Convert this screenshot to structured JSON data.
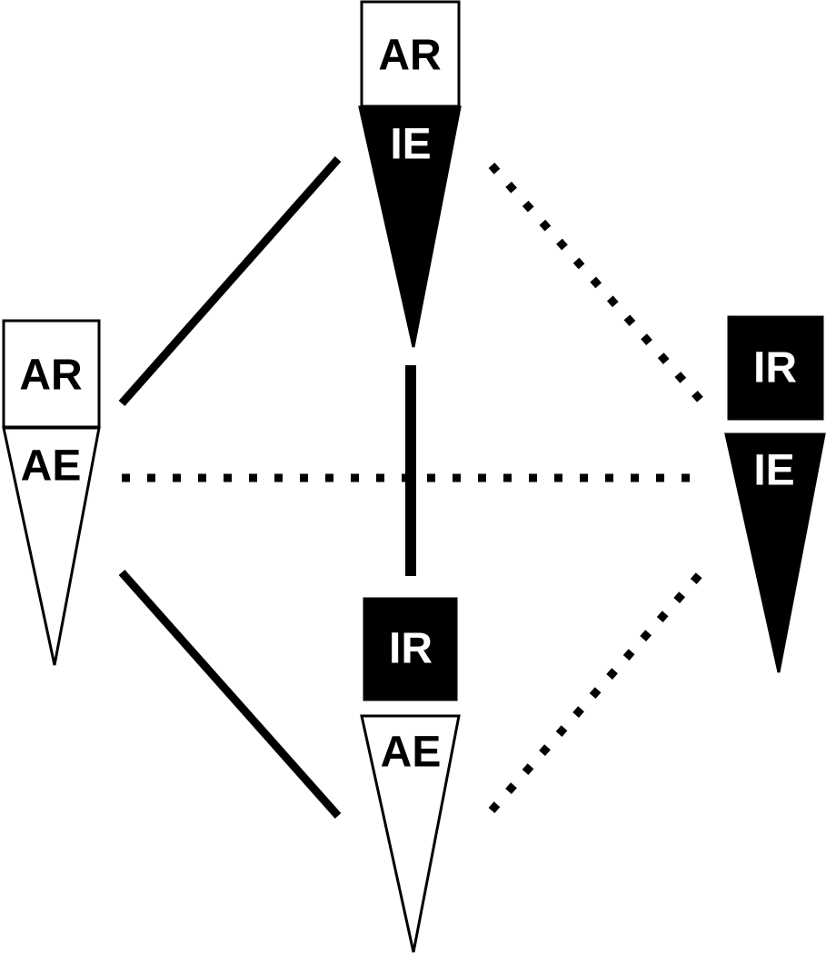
{
  "nodes": {
    "top": {
      "box_label": "AR",
      "cone_label": "IE",
      "box_style": "white",
      "cone_style": "black"
    },
    "left": {
      "box_label": "AR",
      "cone_label": "AE",
      "box_style": "white",
      "cone_style": "white"
    },
    "right": {
      "box_label": "IR",
      "cone_label": "IE",
      "box_style": "black",
      "cone_style": "black"
    },
    "bottom": {
      "box_label": "IR",
      "cone_label": "AE",
      "box_style": "black",
      "cone_style": "white"
    }
  },
  "connectors": [
    {
      "from": "top",
      "to": "left",
      "style": "solid"
    },
    {
      "from": "left",
      "to": "bottom",
      "style": "solid"
    },
    {
      "from": "top",
      "to": "bottom",
      "style": "solid"
    },
    {
      "from": "top",
      "to": "right",
      "style": "dotted"
    },
    {
      "from": "left",
      "to": "right",
      "style": "dotted"
    },
    {
      "from": "bottom",
      "to": "right",
      "style": "dotted"
    }
  ],
  "colors": {
    "ink": "#000000",
    "paper": "#ffffff"
  }
}
